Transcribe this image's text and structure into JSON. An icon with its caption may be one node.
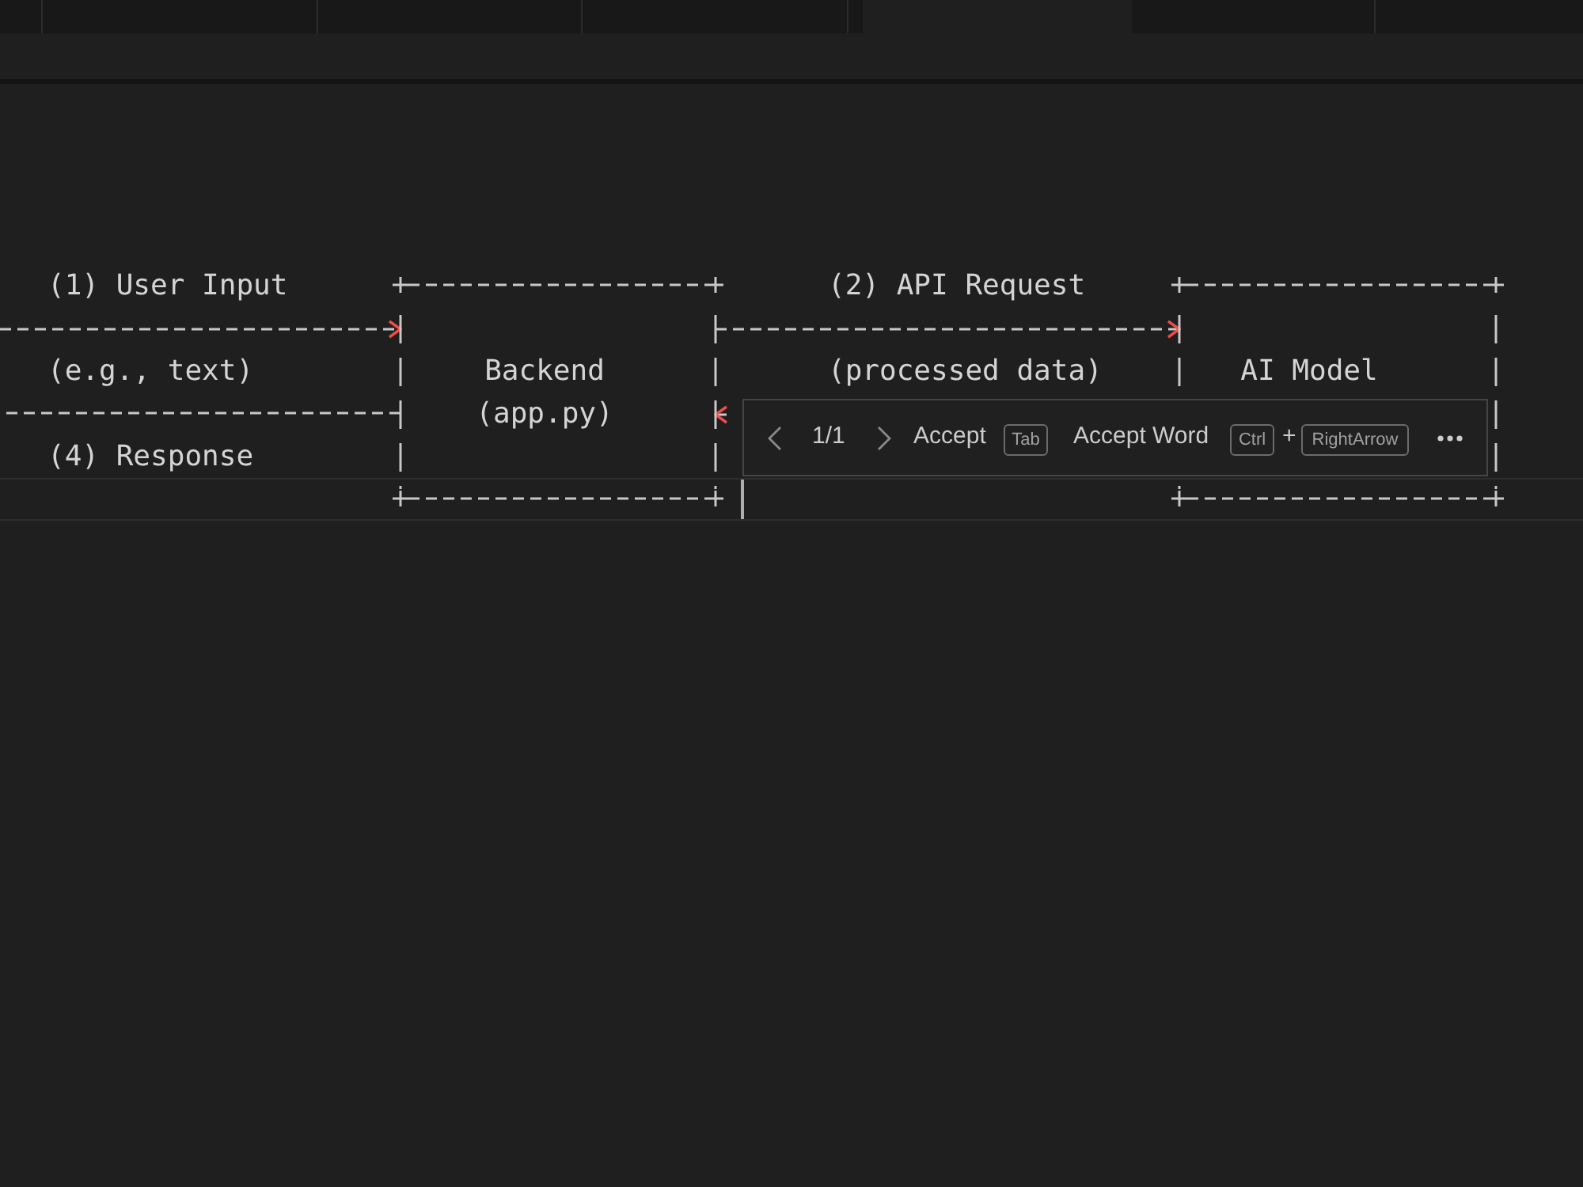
{
  "diagram": {
    "nodes": [
      {
        "text": [
          "Backend (app.py)"
        ]
      },
      {
        "text": [
          "AI Model"
        ]
      }
    ],
    "edges": [
      {
        "from": null,
        "to": 0,
        "arrow": "to",
        "label": "(1) User Input",
        "style": "dashed"
      },
      {
        "from": 0,
        "to": 1,
        "arrow": "to",
        "label": "(2) API Request",
        "style": "dashed"
      },
      {
        "from": 0,
        "to": null,
        "arrow": "none",
        "label": "(4) Response",
        "style": "dashed"
      },
      {
        "from": null,
        "to": 0,
        "arrow": "to",
        "style": "dashed"
      }
    ],
    "labels": [
      "(e.g., text)",
      "(processed data)",
      "1/1",
      "Accept",
      "Tab",
      "Accept Word",
      "Ctrl",
      "+",
      "RightArrow"
    ]
  }
}
